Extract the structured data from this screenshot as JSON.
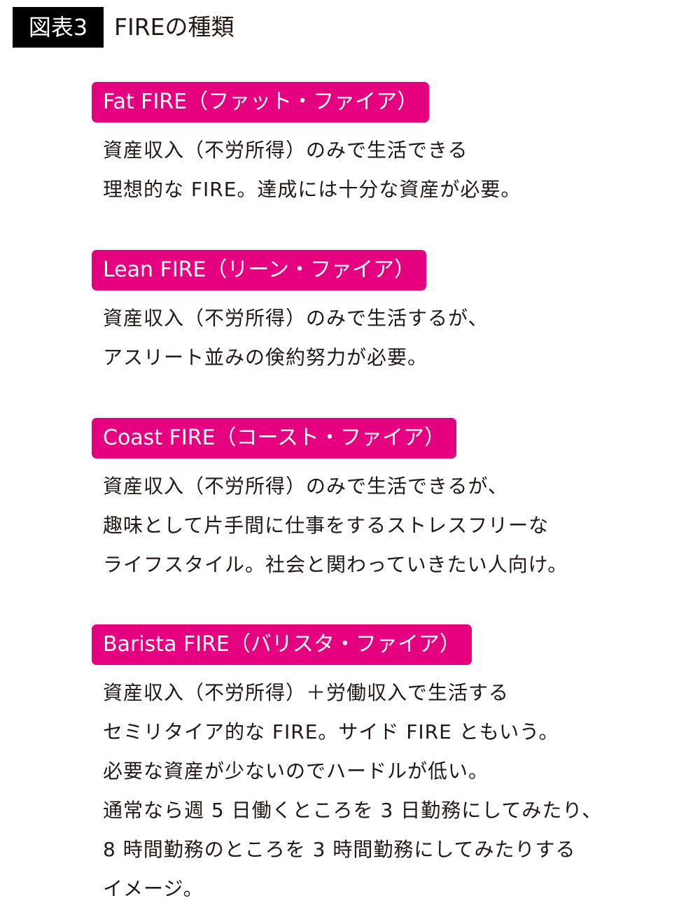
{
  "header": {
    "figure_label": "図表3",
    "title": "FIREの種類"
  },
  "accent_color": "#e4007f",
  "sections": [
    {
      "heading": "Fat FIRE（ファット・ファイア）",
      "lines": [
        "資産収入（不労所得）のみで生活できる",
        "理想的な FIRE。達成には十分な資産が必要。"
      ]
    },
    {
      "heading": "Lean FIRE（リーン・ファイア）",
      "lines": [
        "資産収入（不労所得）のみで生活するが、",
        "アスリート並みの倹約努力が必要。"
      ]
    },
    {
      "heading": "Coast FIRE（コースト・ファイア）",
      "lines": [
        "資産収入（不労所得）のみで生活できるが、",
        "趣味として片手間に仕事をするストレスフリーな",
        "ライフスタイル。社会と関わっていきたい人向け。"
      ]
    },
    {
      "heading": "Barista FIRE（バリスタ・ファイア）",
      "lines": [
        "資産収入（不労所得）＋労働収入で生活する",
        "セミリタイア的な FIRE。サイド FIRE ともいう。",
        "必要な資産が少ないのでハードルが低い。",
        "通常なら週 5 日働くところを 3 日勤務にしてみたり、",
        "8 時間勤務のところを 3 時間勤務にしてみたりする",
        "イメージ。"
      ]
    }
  ]
}
